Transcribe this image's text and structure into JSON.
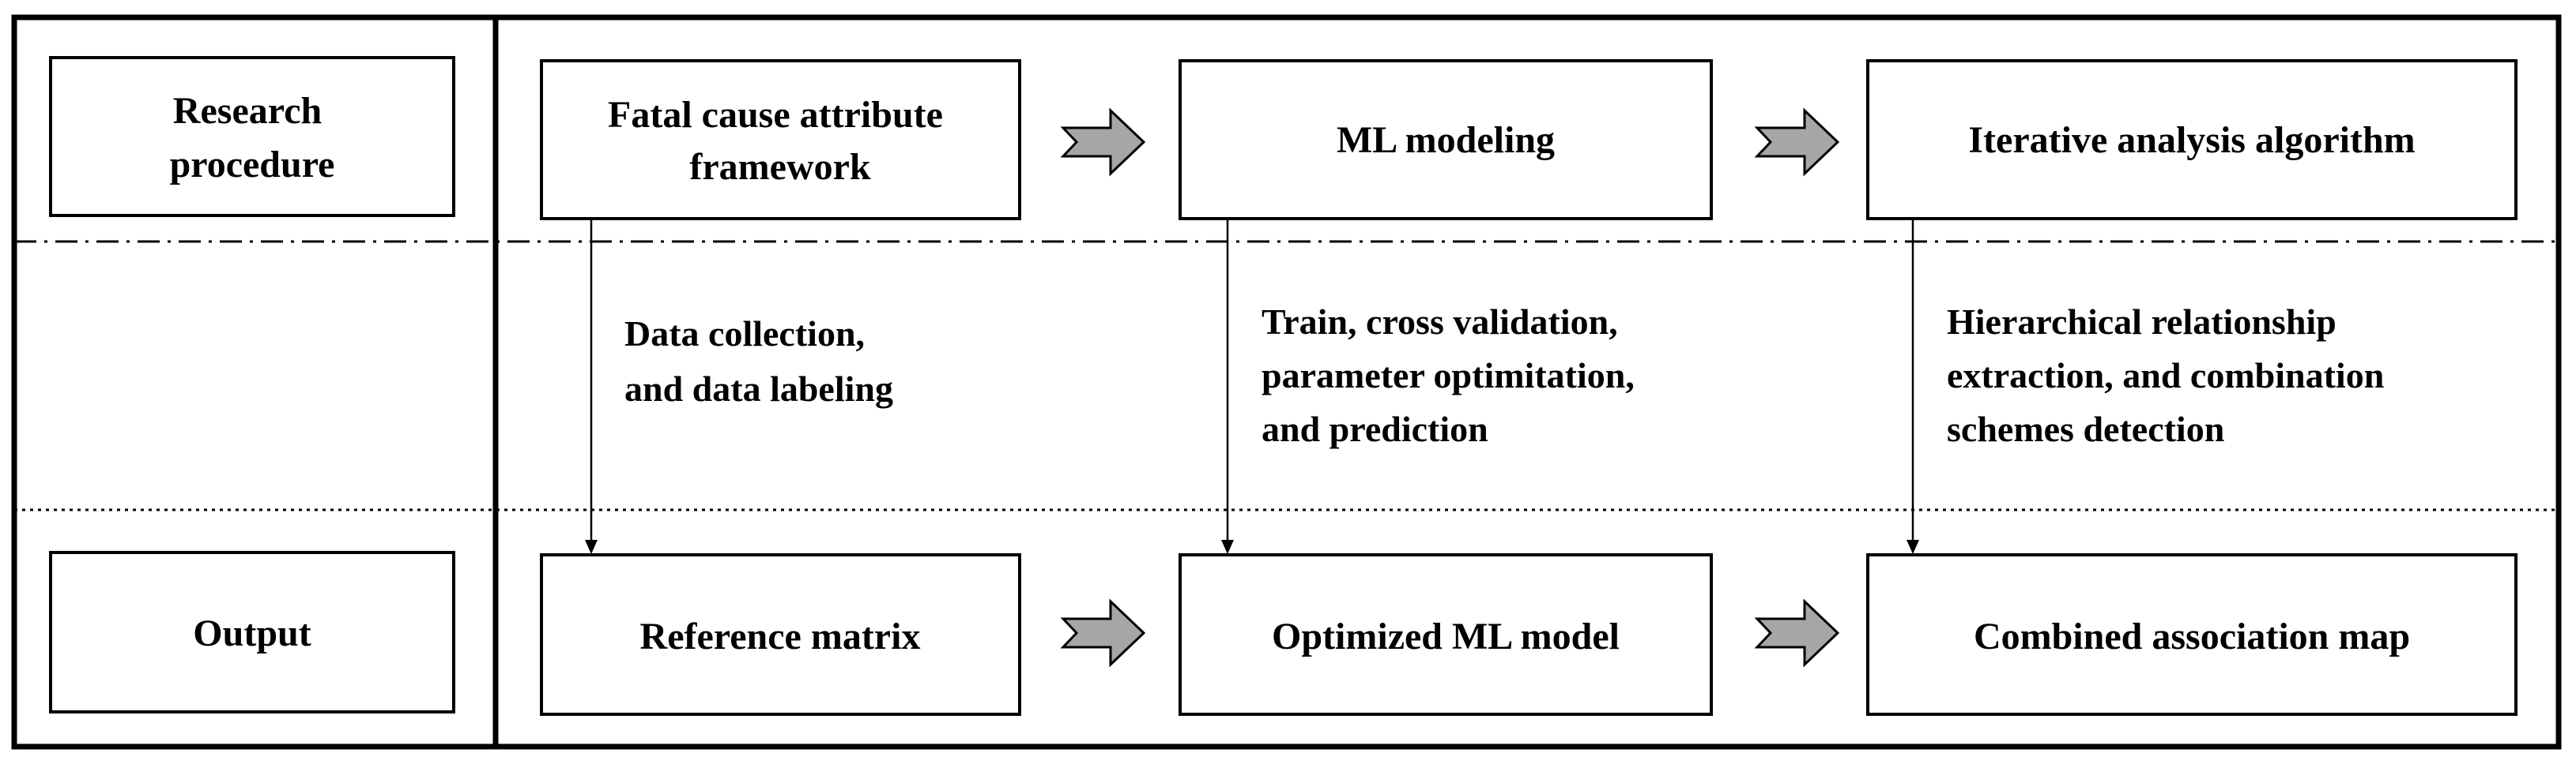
{
  "row_labels": {
    "research": [
      "Research",
      "procedure"
    ],
    "output": [
      "Output"
    ]
  },
  "procedure_boxes": [
    {
      "lines": [
        "Fatal cause attribute",
        "framework"
      ]
    },
    {
      "lines": [
        "ML modeling"
      ]
    },
    {
      "lines": [
        "Iterative analysis algorithm"
      ]
    }
  ],
  "output_boxes": [
    {
      "lines": [
        "Reference matrix"
      ]
    },
    {
      "lines": [
        "Optimized ML model"
      ]
    },
    {
      "lines": [
        "Combined association map"
      ]
    }
  ],
  "step_notes": [
    {
      "lines": [
        "Data collection,",
        "and data labeling"
      ]
    },
    {
      "lines": [
        "Train, cross validation,",
        "parameter optimitation,",
        "and prediction"
      ]
    },
    {
      "lines": [
        "Hierarchical relationship",
        "extraction, and combination",
        "schemes detection"
      ]
    }
  ],
  "colors": {
    "stroke": "#000000",
    "arrow_fill": "#a6a6a6",
    "background": "#ffffff"
  }
}
